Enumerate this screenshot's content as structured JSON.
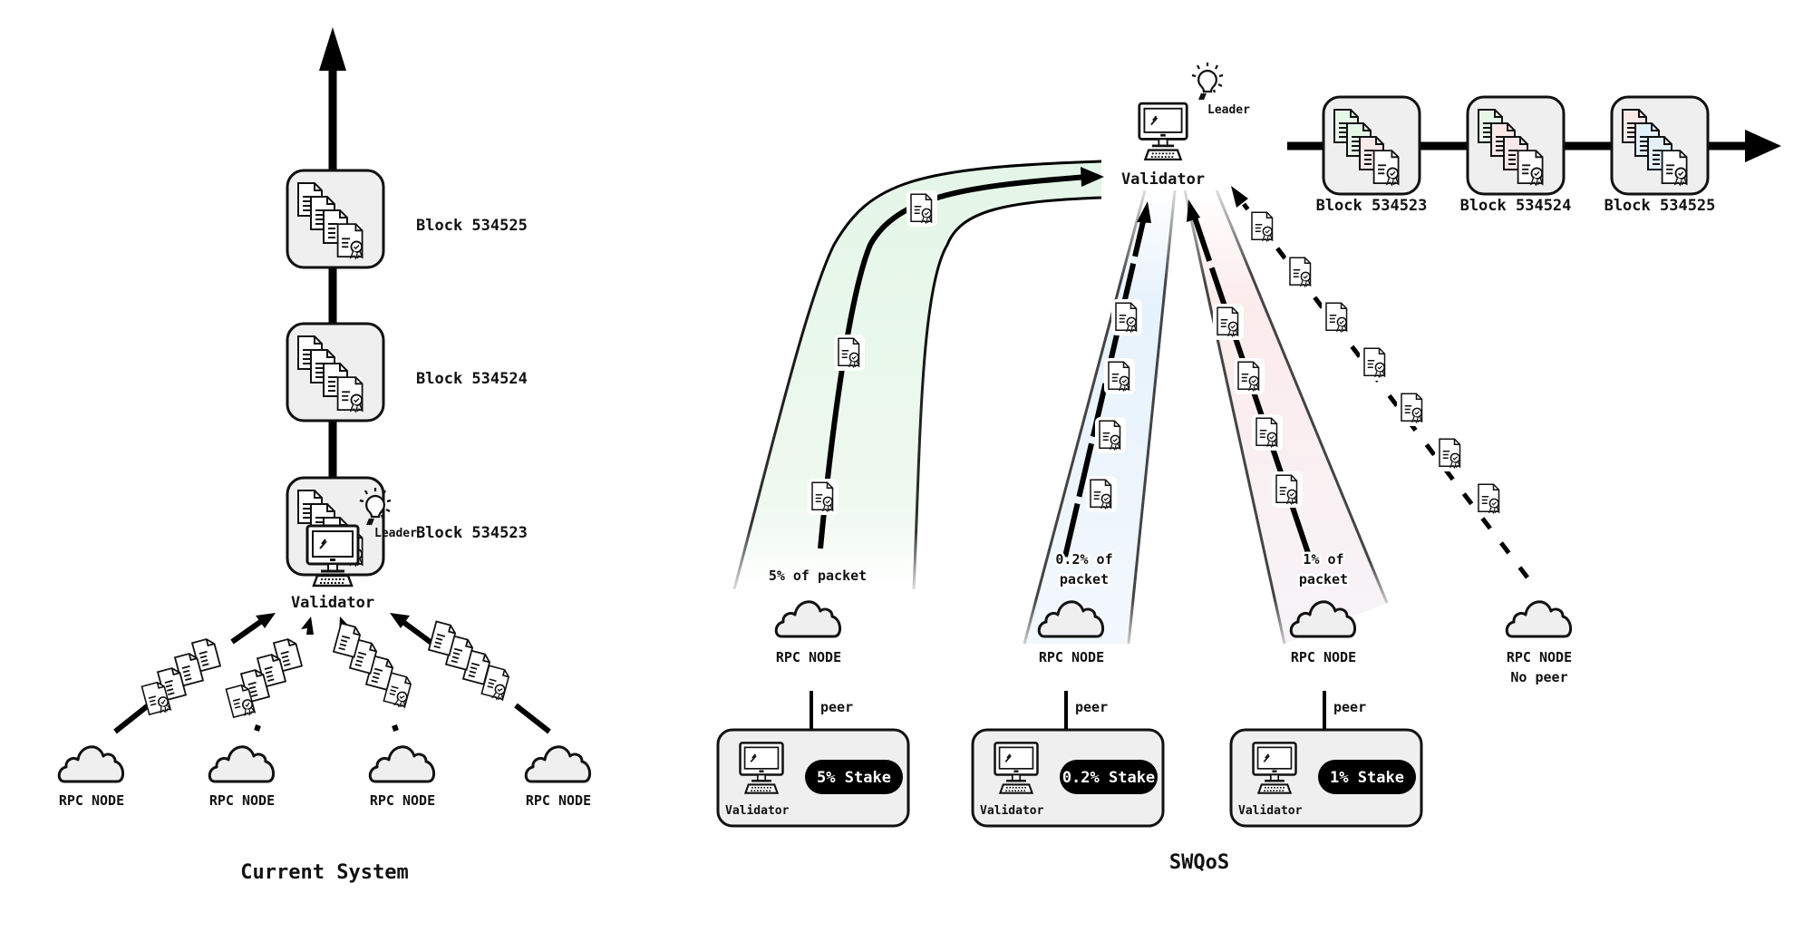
{
  "current_system": {
    "title": "Current System",
    "chain_blocks": [
      {
        "label": "Block 534525",
        "doc_colors": [
          "white",
          "white",
          "white",
          "white"
        ]
      },
      {
        "label": "Block 534524",
        "doc_colors": [
          "white",
          "white",
          "white",
          "white"
        ]
      },
      {
        "label": "Block 534523",
        "doc_colors": [
          "white",
          "white",
          "white",
          "white"
        ]
      }
    ],
    "leader_label": "Leader",
    "validator_label": "Validator",
    "rpc_nodes": [
      {
        "label": "RPC NODE"
      },
      {
        "label": "RPC NODE"
      },
      {
        "label": "RPC NODE"
      },
      {
        "label": "RPC NODE"
      }
    ]
  },
  "swqos": {
    "title": "SWQoS",
    "leader_label": "Leader",
    "validator_label": "Validator",
    "chain_blocks": [
      {
        "label": "Block 534523",
        "doc_colors": [
          "green",
          "green",
          "pink",
          "blue"
        ]
      },
      {
        "label": "Block 534524",
        "doc_colors": [
          "green",
          "pink",
          "pink",
          "blue"
        ]
      },
      {
        "label": "Block 534525",
        "doc_colors": [
          "pink",
          "blue",
          "blue",
          "white"
        ]
      }
    ],
    "flows": [
      {
        "packet_label": "5% of packet",
        "packet_lines": [
          "5% of packet"
        ],
        "rpc_label": "RPC NODE",
        "peer_label": "peer",
        "validator_label": "Validator",
        "stake_label": "5% Stake",
        "color": "green",
        "packets": 3
      },
      {
        "packet_label": "0.2% of packet",
        "packet_lines": [
          "0.2% of",
          "packet"
        ],
        "rpc_label": "RPC NODE",
        "peer_label": "peer",
        "validator_label": "Validator",
        "stake_label": "0.2% Stake",
        "color": "blue",
        "packets": 4
      },
      {
        "packet_label": "1% of packet",
        "packet_lines": [
          "1% of",
          "packet"
        ],
        "rpc_label": "RPC NODE",
        "peer_label": "peer",
        "validator_label": "Validator",
        "stake_label": "1% Stake",
        "color": "pink",
        "packets": 4
      }
    ],
    "no_peer_node": {
      "label": "RPC NODE",
      "sublabel": "No peer",
      "packets": 7
    }
  },
  "colors": {
    "green": "#e6f7e8",
    "blue": "#e3f1fc",
    "pink": "#fbe9ea",
    "white": "#ffffff",
    "box_fill": "#efefef",
    "ink": "#111111"
  }
}
